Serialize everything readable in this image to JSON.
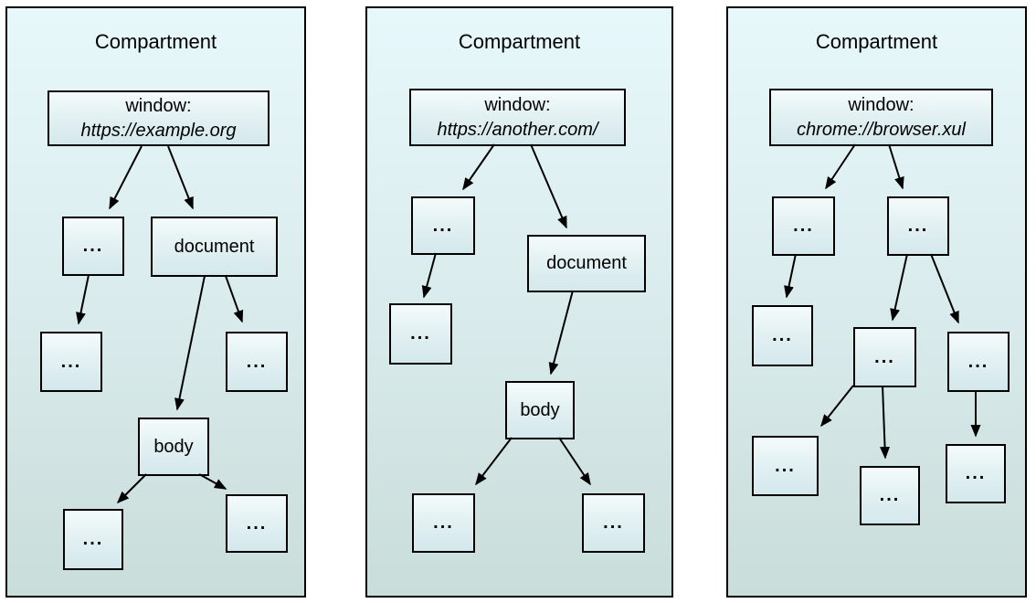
{
  "colors": {
    "page_bg": "#ffffff",
    "compartment_border": "#000000",
    "compartment_bg_top": "#e7f8fb",
    "compartment_bg_bottom": "#c9ddda",
    "node_border": "#000000",
    "node_bg_top": "#f4fbfc",
    "node_bg_bottom": "#d4e8ec",
    "text": "#000000",
    "arrow": "#000000"
  },
  "compartments": [
    {
      "title": "Compartment",
      "nodes": [
        {
          "name": "window",
          "line1": "window:",
          "line2": "https://example.org"
        },
        {
          "name": "ellipsis",
          "label": "..."
        },
        {
          "name": "document",
          "label": "document"
        },
        {
          "name": "ellipsis",
          "label": "..."
        },
        {
          "name": "ellipsis",
          "label": "..."
        },
        {
          "name": "body",
          "label": "body"
        },
        {
          "name": "ellipsis",
          "label": "..."
        },
        {
          "name": "ellipsis",
          "label": "..."
        }
      ]
    },
    {
      "title": "Compartment",
      "nodes": [
        {
          "name": "window",
          "line1": "window:",
          "line2": "https://another.com/"
        },
        {
          "name": "ellipsis",
          "label": "..."
        },
        {
          "name": "document",
          "label": "document"
        },
        {
          "name": "ellipsis",
          "label": "..."
        },
        {
          "name": "body",
          "label": "body"
        },
        {
          "name": "ellipsis",
          "label": "..."
        },
        {
          "name": "ellipsis",
          "label": "..."
        }
      ]
    },
    {
      "title": "Compartment",
      "nodes": [
        {
          "name": "window",
          "line1": "window:",
          "line2": "chrome://browser.xul"
        },
        {
          "name": "ellipsis",
          "label": "..."
        },
        {
          "name": "ellipsis",
          "label": "..."
        },
        {
          "name": "ellipsis",
          "label": "..."
        },
        {
          "name": "ellipsis",
          "label": "..."
        },
        {
          "name": "ellipsis",
          "label": "..."
        },
        {
          "name": "ellipsis",
          "label": "..."
        },
        {
          "name": "ellipsis",
          "label": "..."
        },
        {
          "name": "ellipsis",
          "label": "..."
        }
      ]
    }
  ]
}
